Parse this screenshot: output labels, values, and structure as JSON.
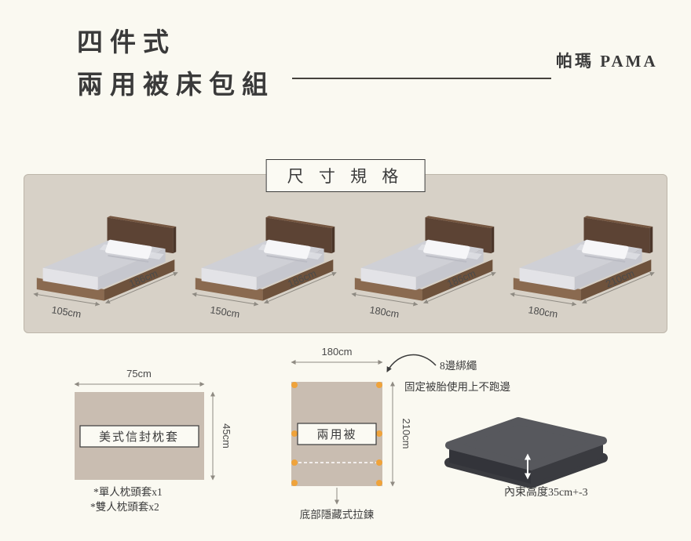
{
  "header": {
    "title_line1": "四件式",
    "title_line2": "兩用被床包組",
    "brand": "帕瑪 PAMA"
  },
  "spec": {
    "title": "尺 寸 規 格",
    "beds": [
      {
        "width": "105cm",
        "length": "186cm"
      },
      {
        "width": "150cm",
        "length": "186cm"
      },
      {
        "width": "180cm",
        "length": "186cm"
      },
      {
        "width": "180cm",
        "length": "210cm"
      }
    ]
  },
  "pillowcase": {
    "label": "美式信封枕套",
    "width_label": "75cm",
    "height_label": "45cm",
    "notes": [
      "*單人枕頭套x1",
      "*雙人枕頭套x2"
    ]
  },
  "quilt": {
    "label": "兩用被",
    "width_label": "180cm",
    "height_label": "210cm",
    "tie_title": "8邊綁繩",
    "tie_desc": "固定被胎使用上不跑邊",
    "zipper_note": "底部隱藏式拉鍊"
  },
  "mattress": {
    "height_note": "內束高度35cm+-3"
  },
  "colors": {
    "background": "#FAF9F1",
    "panel": "#D7D1C7",
    "fabric": "#C9BDB1",
    "tie_dot_orange": "#EFA33B",
    "mattress_dark": "#3A3B40",
    "mattress_top": "#57585D",
    "text_dark": "#3A3A3A",
    "dimension_line": "#8F8B83",
    "bed_wood": "#7C5D45"
  }
}
